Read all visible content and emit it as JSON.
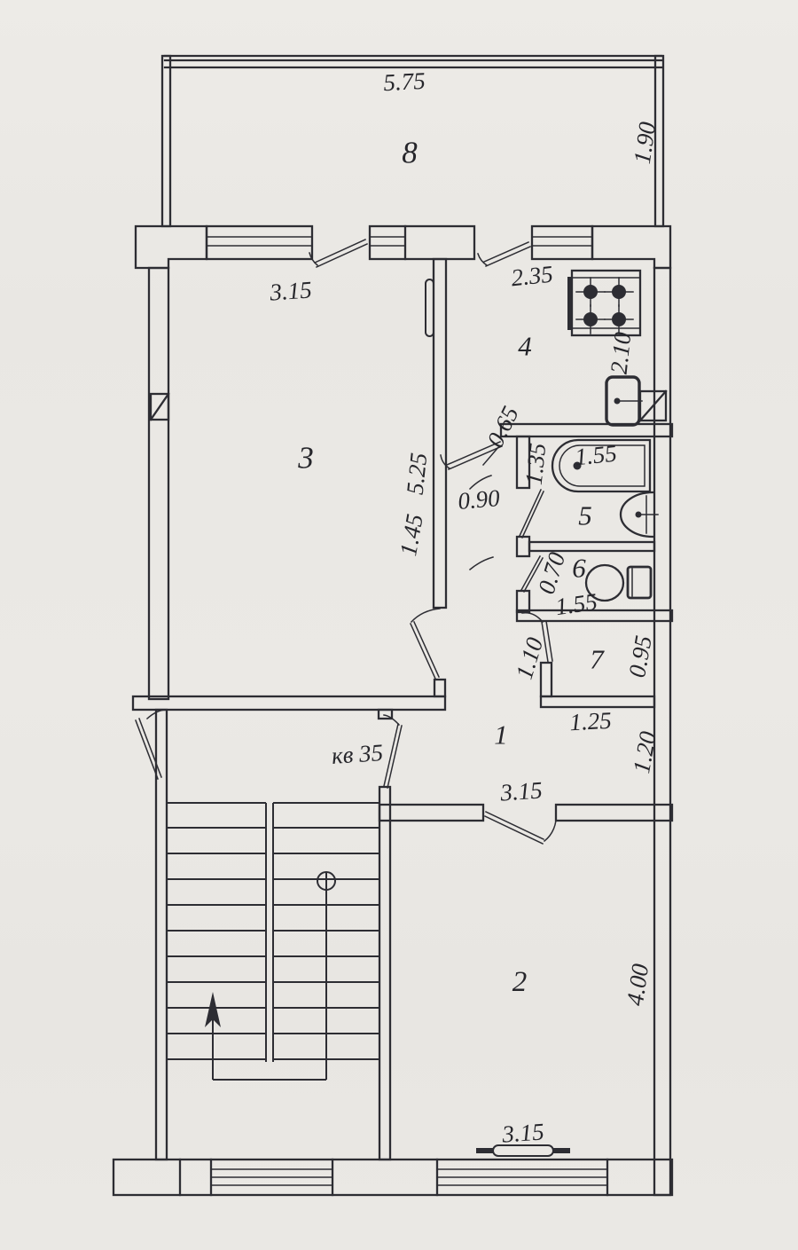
{
  "apartment_label": "кв 35",
  "rooms": {
    "room8": {
      "number": "8",
      "width": "5.75",
      "depth": "1.90"
    },
    "room3": {
      "number": "3",
      "top_width": "3.15",
      "depth": "5.25"
    },
    "room4": {
      "number": "4",
      "entry_width": "2.35",
      "depth": "2.10"
    },
    "room5": {
      "number": "5",
      "tub_length": "1.55",
      "depth": "1.35"
    },
    "room6": {
      "number": "6",
      "width": "1.55",
      "door_width": "0.70"
    },
    "room7": {
      "number": "7",
      "width": "1.25",
      "right_depth": "0.95",
      "left_depth": "1.10"
    },
    "room1": {
      "number": "1",
      "width": "3.15",
      "right_depth": "1.20"
    },
    "room2": {
      "number": "2",
      "width": "3.15",
      "depth": "4.00"
    }
  },
  "corridor": {
    "door_width": "0.90",
    "wall_stub": "0.65",
    "length": "1.45"
  }
}
